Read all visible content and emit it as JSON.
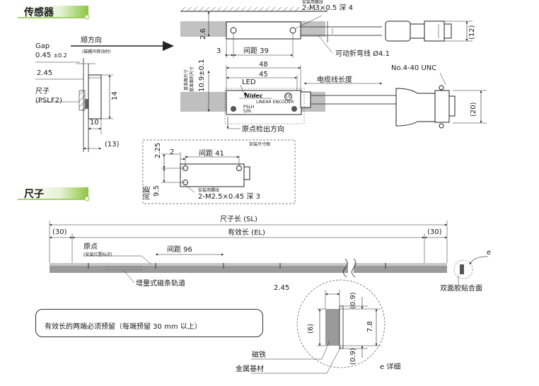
{
  "headings": {
    "sensor": "传感器",
    "scale": "尺子"
  },
  "sensor_side": {
    "gap_label": "Gap",
    "gap_value": "0.45",
    "gap_tol": "±0.2",
    "direction": "顺方向",
    "direction_note": "(磁栅尺移动时)",
    "dim_245": "2.45",
    "scale_label": "尺子",
    "scale_model": "(PSLF2)",
    "dim_14": "14",
    "dim_10": "10",
    "dim_13": "(13)"
  },
  "sensor_top": {
    "screw_note": "安装用螺纹",
    "screw_spec": "2-M3×0.5 深 4",
    "dim_26": "2.6",
    "dim_3": "3",
    "pitch": "间距 39",
    "bend": "可动折弯线 Ø4.1",
    "dim_12": "(12)"
  },
  "sensor_front": {
    "dim_48": "48",
    "dim_45": "45",
    "led": "LED",
    "cable_len": "电缆线长度",
    "connector": "No.4-40 UNC",
    "dim_20": "(20)",
    "side_note": "基准面尺寸",
    "side_note2": "基准面的尺寸",
    "dim_109": "10.9±0.1",
    "origin": "原点检出方向",
    "brand": "Nidec",
    "model": "LINEAR ENCODER",
    "label_line": "PSLH",
    "sn": "S/N."
  },
  "mount_box": {
    "title": "安装尺寸图",
    "dim_2": "2",
    "dim_225": "2.25",
    "pitch": "间距 41",
    "pitch_v": "间距",
    "dim_95": "9.5",
    "screw_note": "安装用螺纹",
    "screw_spec": "2-M2.5×0.45 深 3"
  },
  "scale": {
    "total": "尺子长 (SL)",
    "effective": "有效长 (EL)",
    "margin_left": "(30)",
    "margin_right": "(30)",
    "origin": "原点",
    "origin_note": "(安装位置标识)",
    "pitch": "间距 96",
    "track": "增量式磁条轨道",
    "tape": "双面胶贴合面",
    "e_mark": "e"
  },
  "note": "有效长的两端必须预留（每端预留 30 mm 以上）",
  "detail": {
    "dim_245": "2.45",
    "dim_09a": "(0.9)",
    "dim_78": "7.8",
    "dim_6": "(6)",
    "dim_09b": "(0.9)",
    "magnet": "磁铁",
    "base": "金属基材",
    "title": "e 详细"
  },
  "colors": {
    "header_green": "#8cc63f",
    "part_grey": "#8a8a8a",
    "dark": "#333333"
  }
}
